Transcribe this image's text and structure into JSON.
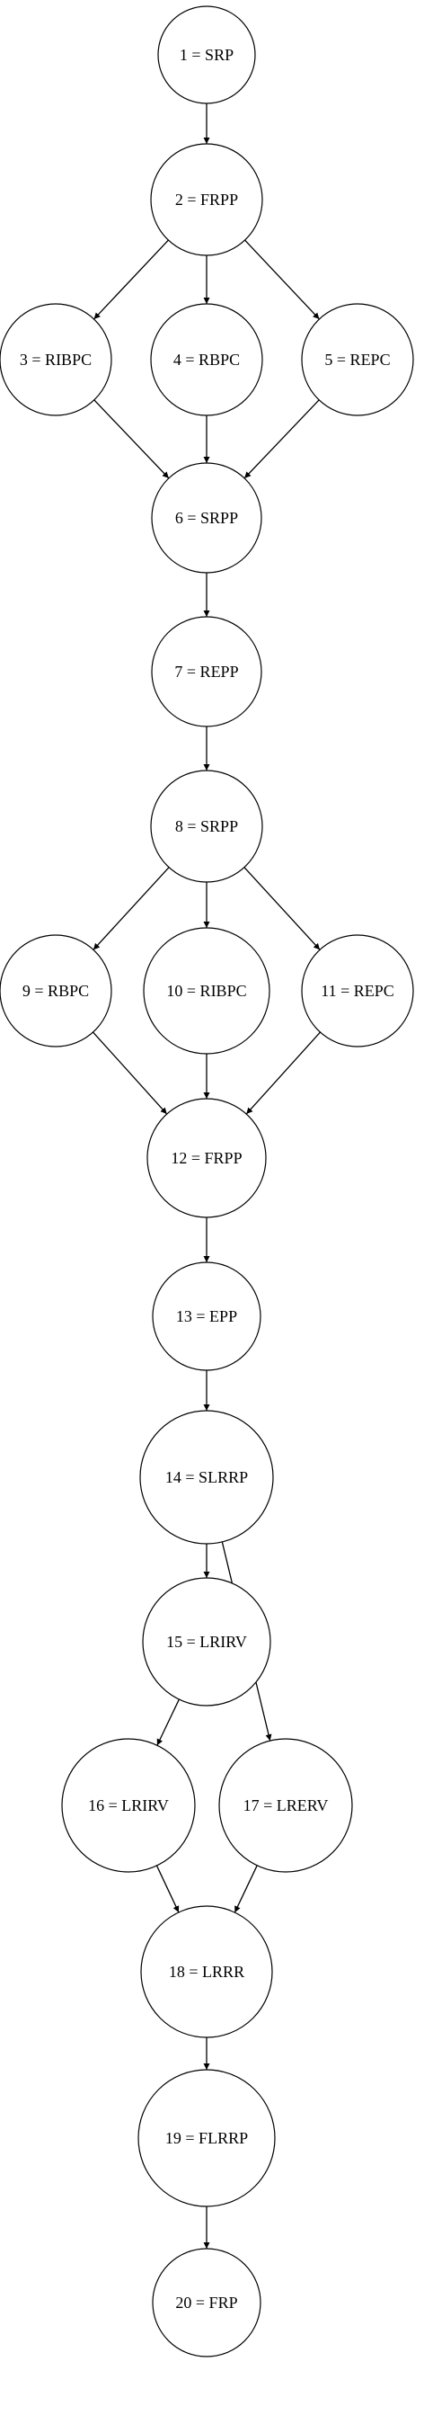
{
  "diagram": {
    "nodes": [
      {
        "id": "n1",
        "label": "1 = SRP"
      },
      {
        "id": "n2",
        "label": "2 = FRPP"
      },
      {
        "id": "n3",
        "label": "3 = RIBPC"
      },
      {
        "id": "n4",
        "label": "4 = RBPC"
      },
      {
        "id": "n5",
        "label": "5 = REPC"
      },
      {
        "id": "n6",
        "label": "6 = SRPP"
      },
      {
        "id": "n7",
        "label": "7 = REPP"
      },
      {
        "id": "n8",
        "label": "8 = SRPP"
      },
      {
        "id": "n9",
        "label": "9 = RBPC"
      },
      {
        "id": "n10",
        "label": "10 = RIBPC"
      },
      {
        "id": "n11",
        "label": "11 = REPC"
      },
      {
        "id": "n12",
        "label": "12 = FRPP"
      },
      {
        "id": "n13",
        "label": "13 = EPP"
      },
      {
        "id": "n14",
        "label": "14 = SLRRP"
      },
      {
        "id": "n15",
        "label": "15 = LRIRV"
      },
      {
        "id": "n16",
        "label": "16 = LRIRV"
      },
      {
        "id": "n17",
        "label": "17 = LRERV"
      },
      {
        "id": "n18",
        "label": "18 = LRRR"
      },
      {
        "id": "n19",
        "label": "19 = FLRRP"
      },
      {
        "id": "n20",
        "label": "20 = FRP"
      }
    ],
    "edges": [
      {
        "from": "n1",
        "to": "n2"
      },
      {
        "from": "n2",
        "to": "n3"
      },
      {
        "from": "n2",
        "to": "n4"
      },
      {
        "from": "n2",
        "to": "n5"
      },
      {
        "from": "n3",
        "to": "n6"
      },
      {
        "from": "n4",
        "to": "n6"
      },
      {
        "from": "n5",
        "to": "n6"
      },
      {
        "from": "n6",
        "to": "n7"
      },
      {
        "from": "n7",
        "to": "n8"
      },
      {
        "from": "n8",
        "to": "n9"
      },
      {
        "from": "n8",
        "to": "n10"
      },
      {
        "from": "n8",
        "to": "n11"
      },
      {
        "from": "n9",
        "to": "n12"
      },
      {
        "from": "n10",
        "to": "n12"
      },
      {
        "from": "n11",
        "to": "n12"
      },
      {
        "from": "n12",
        "to": "n13"
      },
      {
        "from": "n13",
        "to": "n14"
      },
      {
        "from": "n14",
        "to": "n15"
      },
      {
        "from": "n14",
        "to": "n17"
      },
      {
        "from": "n15",
        "to": "n16"
      },
      {
        "from": "n16",
        "to": "n18"
      },
      {
        "from": "n17",
        "to": "n18"
      },
      {
        "from": "n18",
        "to": "n19"
      },
      {
        "from": "n19",
        "to": "n20"
      }
    ]
  }
}
